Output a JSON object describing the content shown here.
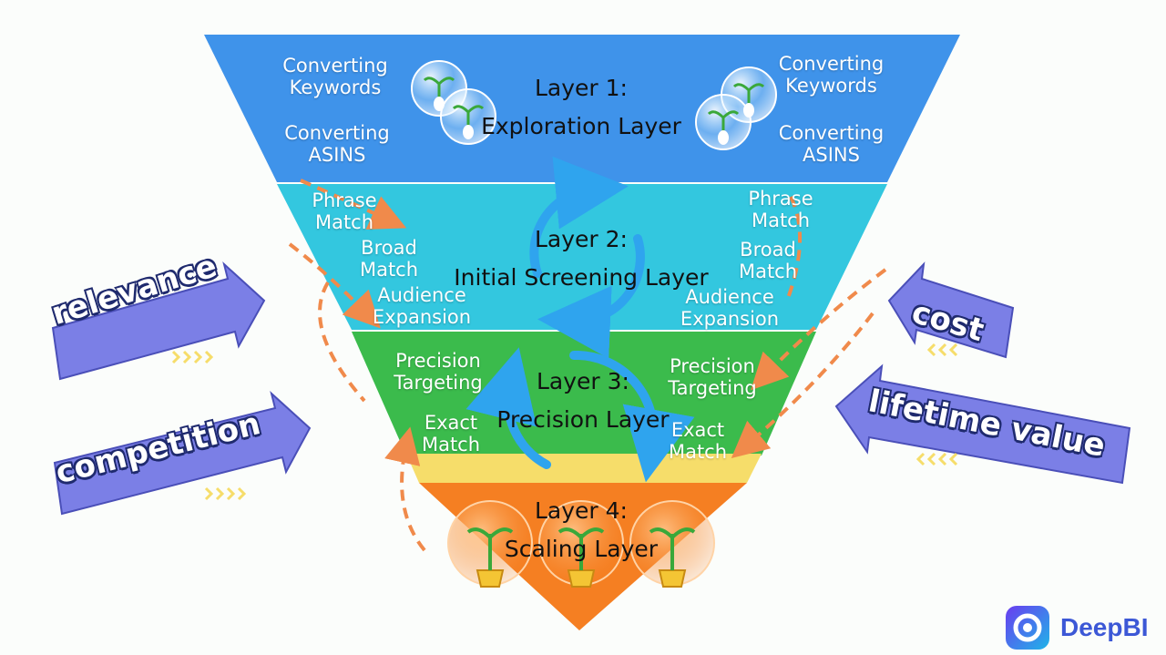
{
  "colors": {
    "layer1": "#3f93ea",
    "layer2": "#33c7df",
    "layer3": "#3bbb4c",
    "band": "#f6dd6a",
    "layer4": "#f57f22",
    "arrow": "#7b7fe6",
    "dash": "#f08a4b",
    "cycle": "#2fa4ee"
  },
  "layers": [
    {
      "title": "Layer 1:\nExploration Layer",
      "left_labels": [
        "Converting\nKeywords",
        "Converting\nASINS"
      ],
      "right_labels": [
        "Converting\nKeywords",
        "Converting\nASINS"
      ]
    },
    {
      "title": "Layer 2:\nInitial Screening Layer",
      "left_labels": [
        "Phrase\nMatch",
        "Broad\nMatch",
        "Audience\nExpansion"
      ],
      "right_labels": [
        "Phrase\nMatch",
        "Broad\nMatch",
        "Audience\nExpansion"
      ]
    },
    {
      "title": "Layer 3:\nPrecision Layer",
      "left_labels": [
        "Precision\nTargeting",
        "Exact\nMatch"
      ],
      "right_labels": [
        "Precision\nTargeting",
        "Exact\nMatch"
      ]
    },
    {
      "title": "Layer 4:\nScaling Layer",
      "left_labels": [],
      "right_labels": []
    }
  ],
  "side_arrows": {
    "left": [
      "relevance",
      "competition"
    ],
    "right": [
      "cost",
      "lifetime value"
    ]
  },
  "icons": {
    "seedling_bubble": "seedling-bubble-icon",
    "gold_ingot_sprout": "gold-ingot-sprout-icon",
    "cycle_arrows": "cycle-arrows-icon",
    "logo": "deepbi-logo-icon"
  },
  "brand": {
    "name": "DeepBI"
  }
}
